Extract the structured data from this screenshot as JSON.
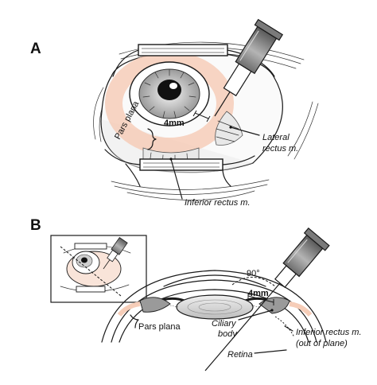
{
  "panel_a": {
    "letter": "A",
    "labels": {
      "distance": "4mm",
      "pars_plana": "Pars plana",
      "lateral_rectus_line1": "Lateral",
      "lateral_rectus_line2": "rectus m.",
      "inferior_rectus": "Inferior rectus m."
    }
  },
  "panel_b": {
    "letter": "B",
    "labels": {
      "angle": "90°",
      "distance": "4mm",
      "pars_plana": "Pars plana",
      "ciliary_line1": "Ciliary",
      "ciliary_line2": "body",
      "inferior_rectus_line1": "Inferior rectus m.",
      "inferior_rectus_line2": "(out of plane)",
      "retina": "Retina"
    }
  },
  "colors": {
    "ink": "#1a1a1a",
    "pars_plana_tint": "#f6cdb8",
    "sclera_shadow": "#e6e6e6",
    "syringe_gray": "#8c8c8c"
  }
}
